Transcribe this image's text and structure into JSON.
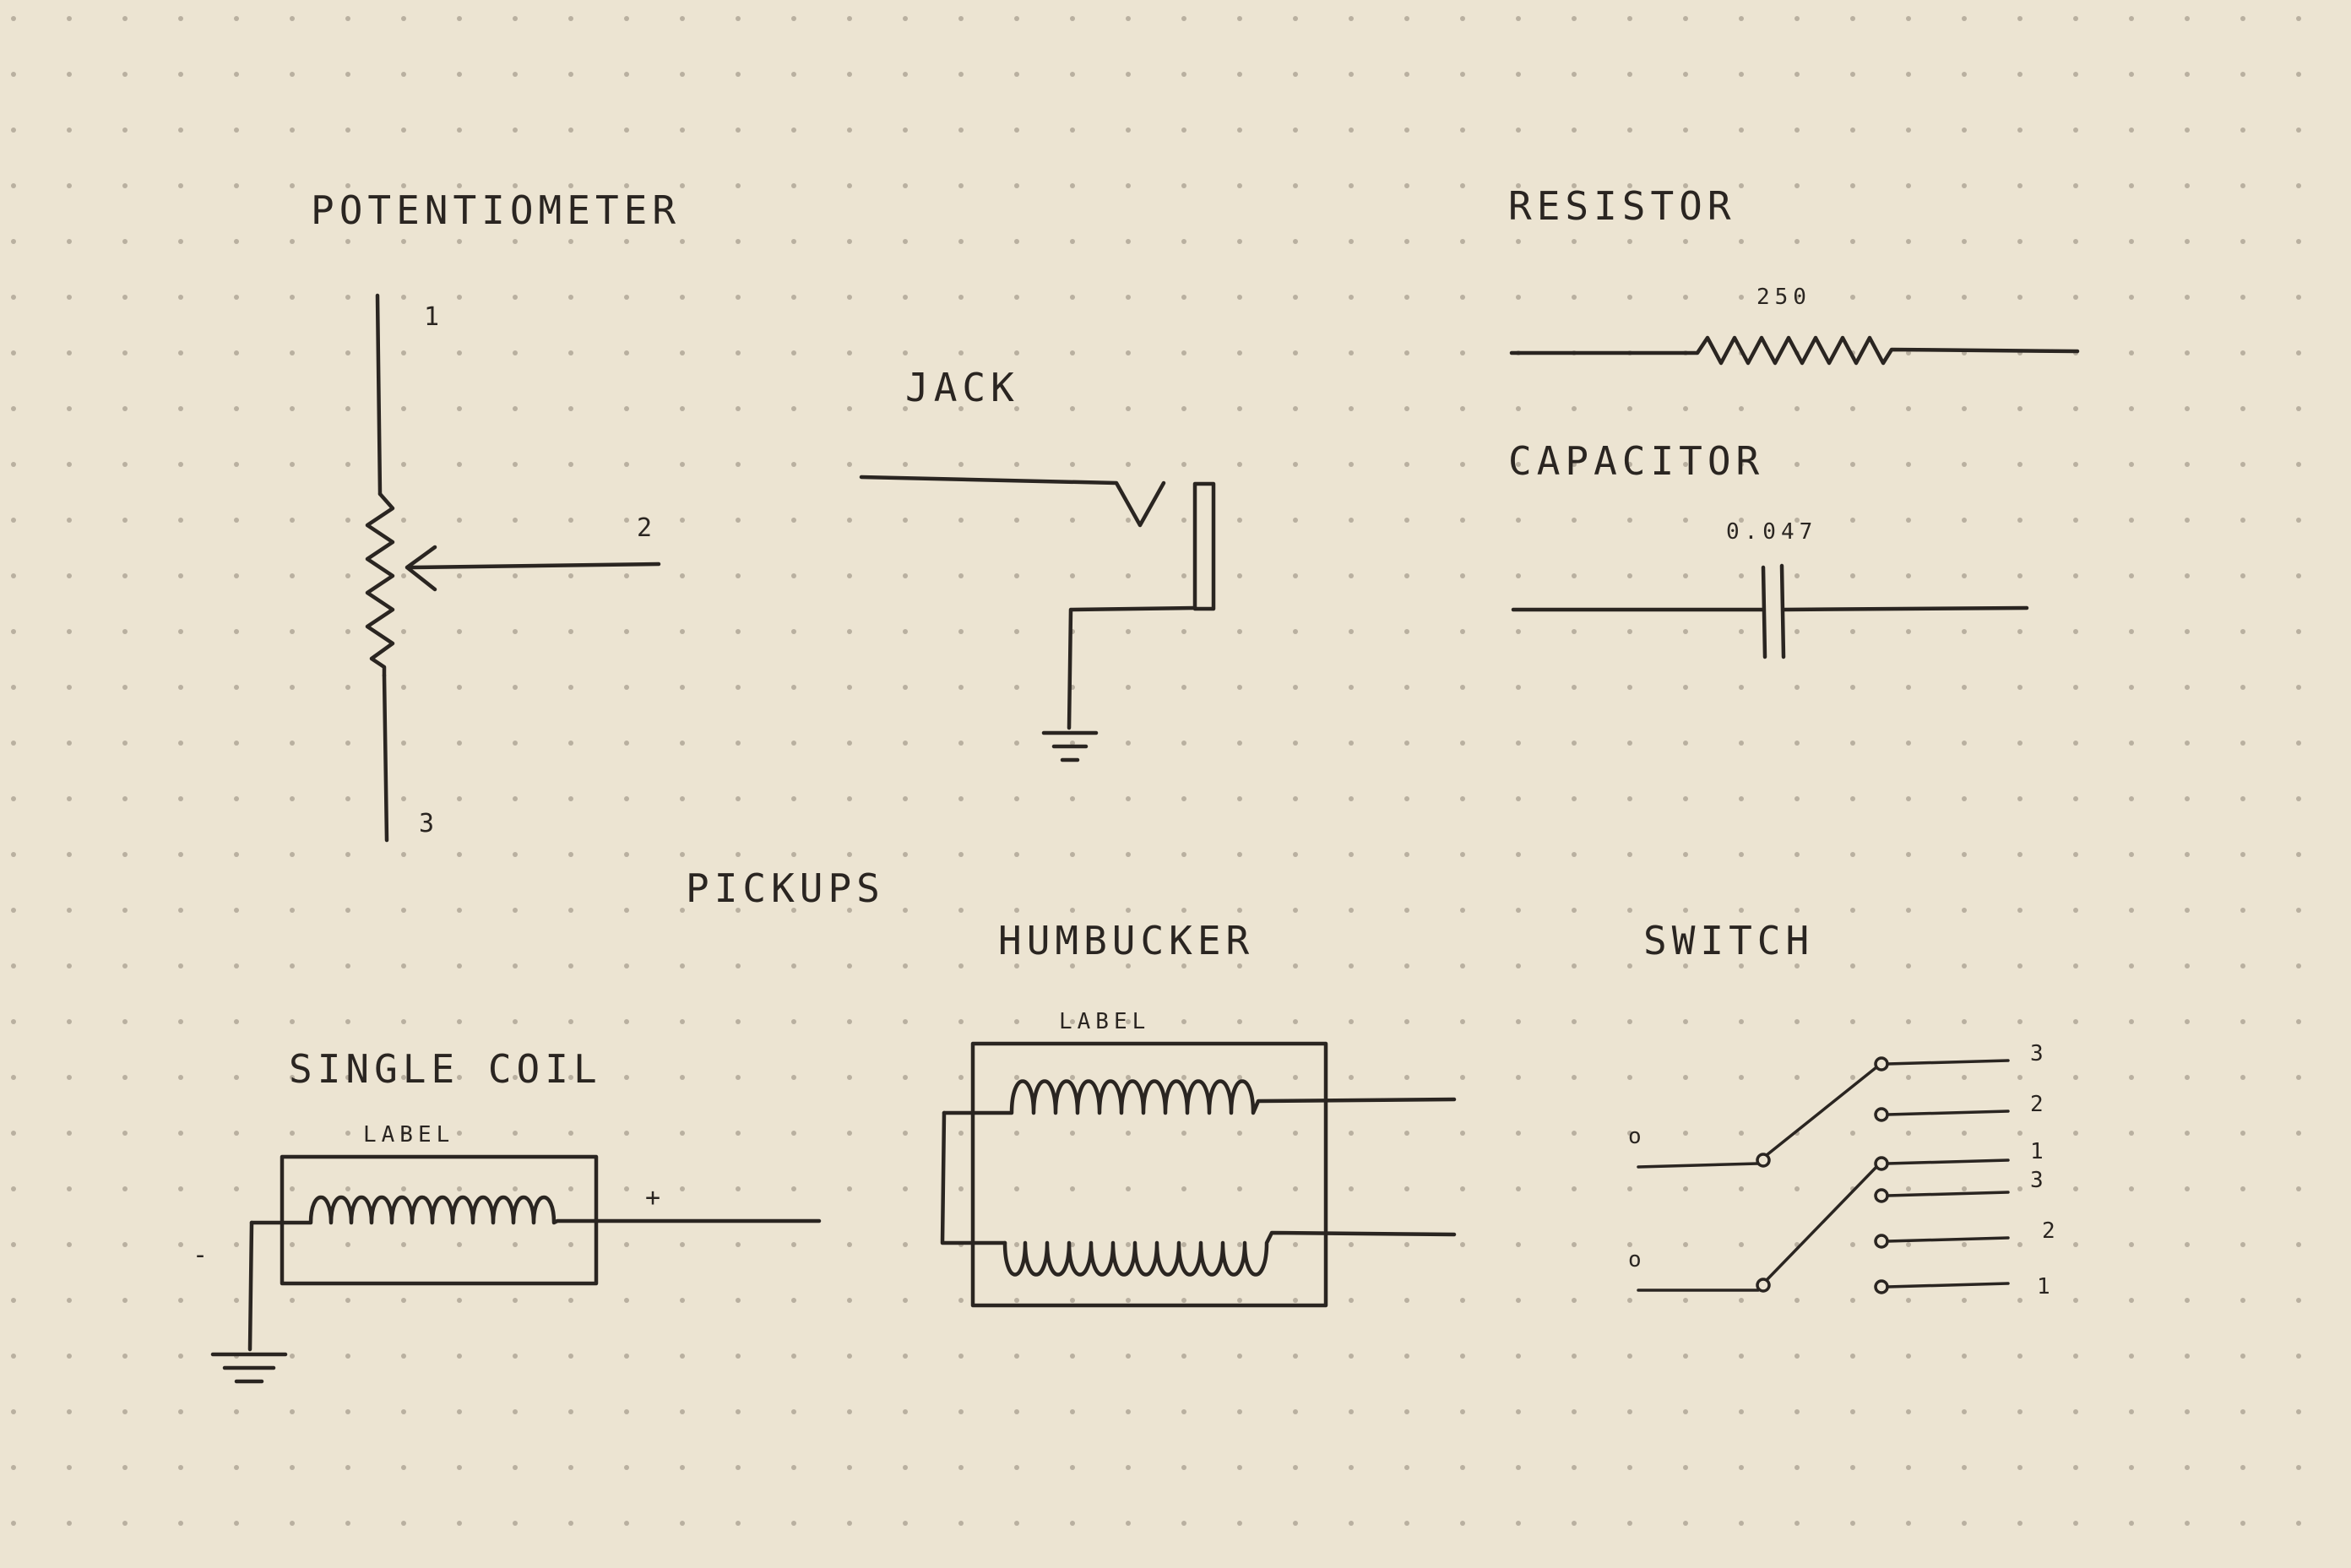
{
  "potentiometer": {
    "title": "POTENTIOMETER",
    "pin1": "1",
    "pin2": "2",
    "pin3": "3"
  },
  "jack": {
    "title": "JACK"
  },
  "resistor": {
    "title": "RESISTOR",
    "value": "250"
  },
  "capacitor": {
    "title": "CAPACITOR",
    "value": "0.047"
  },
  "pickups": {
    "title": "PICKUPS"
  },
  "single_coil": {
    "title": "SINGLE COIL",
    "label": "LABEL",
    "plus": "+",
    "minus": "-"
  },
  "humbucker": {
    "title": "HUMBUCKER",
    "label": "LABEL"
  },
  "switch": {
    "title": "SWITCH",
    "common_top": "o",
    "common_bottom": "o",
    "top_positions": [
      "3",
      "2",
      "1"
    ],
    "bottom_positions": [
      "3",
      "2",
      "1"
    ]
  },
  "colors": {
    "paper": "#ece4d2",
    "ink": "#2a2521",
    "dot": "#b9b0a0"
  }
}
